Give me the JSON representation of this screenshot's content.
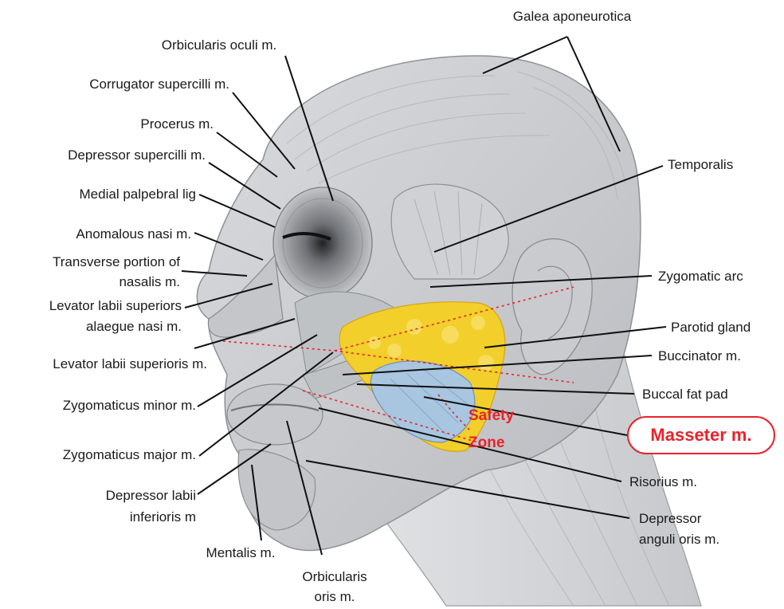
{
  "labels": {
    "galea": "Galea aponeurotica",
    "orbicularis_oculi": "Orbicularis oculi m.",
    "corrugator": "Corrugator supercilli m.",
    "procerus": "Procerus m.",
    "depressor_supercilli": "Depressor supercilli m.",
    "medial_palpebral": "Medial palpebral lig",
    "anomalous_nasi": "Anomalous nasi m.",
    "transverse_nasalis_1": "Transverse portion of",
    "transverse_nasalis_2": "nasalis m.",
    "levator_alaeque_1": "Levator labii superiors",
    "levator_alaeque_2": "alaegue nasi m.",
    "levator_labii": "Levator labii superioris m.",
    "zygomaticus_minor": "Zygomaticus minor m.",
    "zygomaticus_major": "Zygomaticus major m.",
    "depressor_labii_1": "Depressor labii",
    "depressor_labii_2": "inferioris m",
    "mentalis": "Mentalis m.",
    "orbicularis_oris_1": "Orbicularis",
    "orbicularis_oris_2": "oris m.",
    "temporalis": "Temporalis",
    "zygomatic_arc": "Zygomatic arc",
    "parotid": "Parotid gland",
    "buccinator": "Buccinator m.",
    "buccal_fat": "Buccal fat pad",
    "risorius": "Risorius m.",
    "depressor_anguli_1": "Depressor",
    "depressor_anguli_2": "anguli oris m."
  },
  "highlight": {
    "safety_1": "Safety",
    "safety_2": "Zone",
    "masseter": "Masseter m."
  },
  "colors": {
    "accent_red": "#e8232a",
    "parotid_yellow": "#f2cf2a",
    "muscle_gray": "#b9bcc0",
    "buccal_blue": "#a8c6e0"
  }
}
